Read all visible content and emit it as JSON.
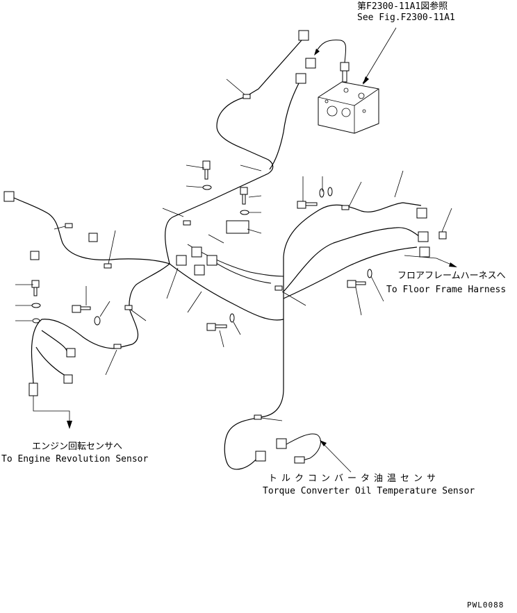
{
  "labels": {
    "see_fig_jp": "第F2300-11A1図参照",
    "see_fig_en": "See Fig.F2300-11A1",
    "floor_frame_jp": "フロアフレームハーネスへ",
    "floor_frame_en": "To Floor Frame Harness",
    "engine_sensor_jp": "エンジン回転センサへ",
    "engine_sensor_en": "To Engine Revolution Sensor",
    "torque_sensor_jp": "トルクコンバータ油温センサ",
    "torque_sensor_en": "Torque Converter Oil Temperature Sensor",
    "drawing_code": "PWL0088"
  }
}
